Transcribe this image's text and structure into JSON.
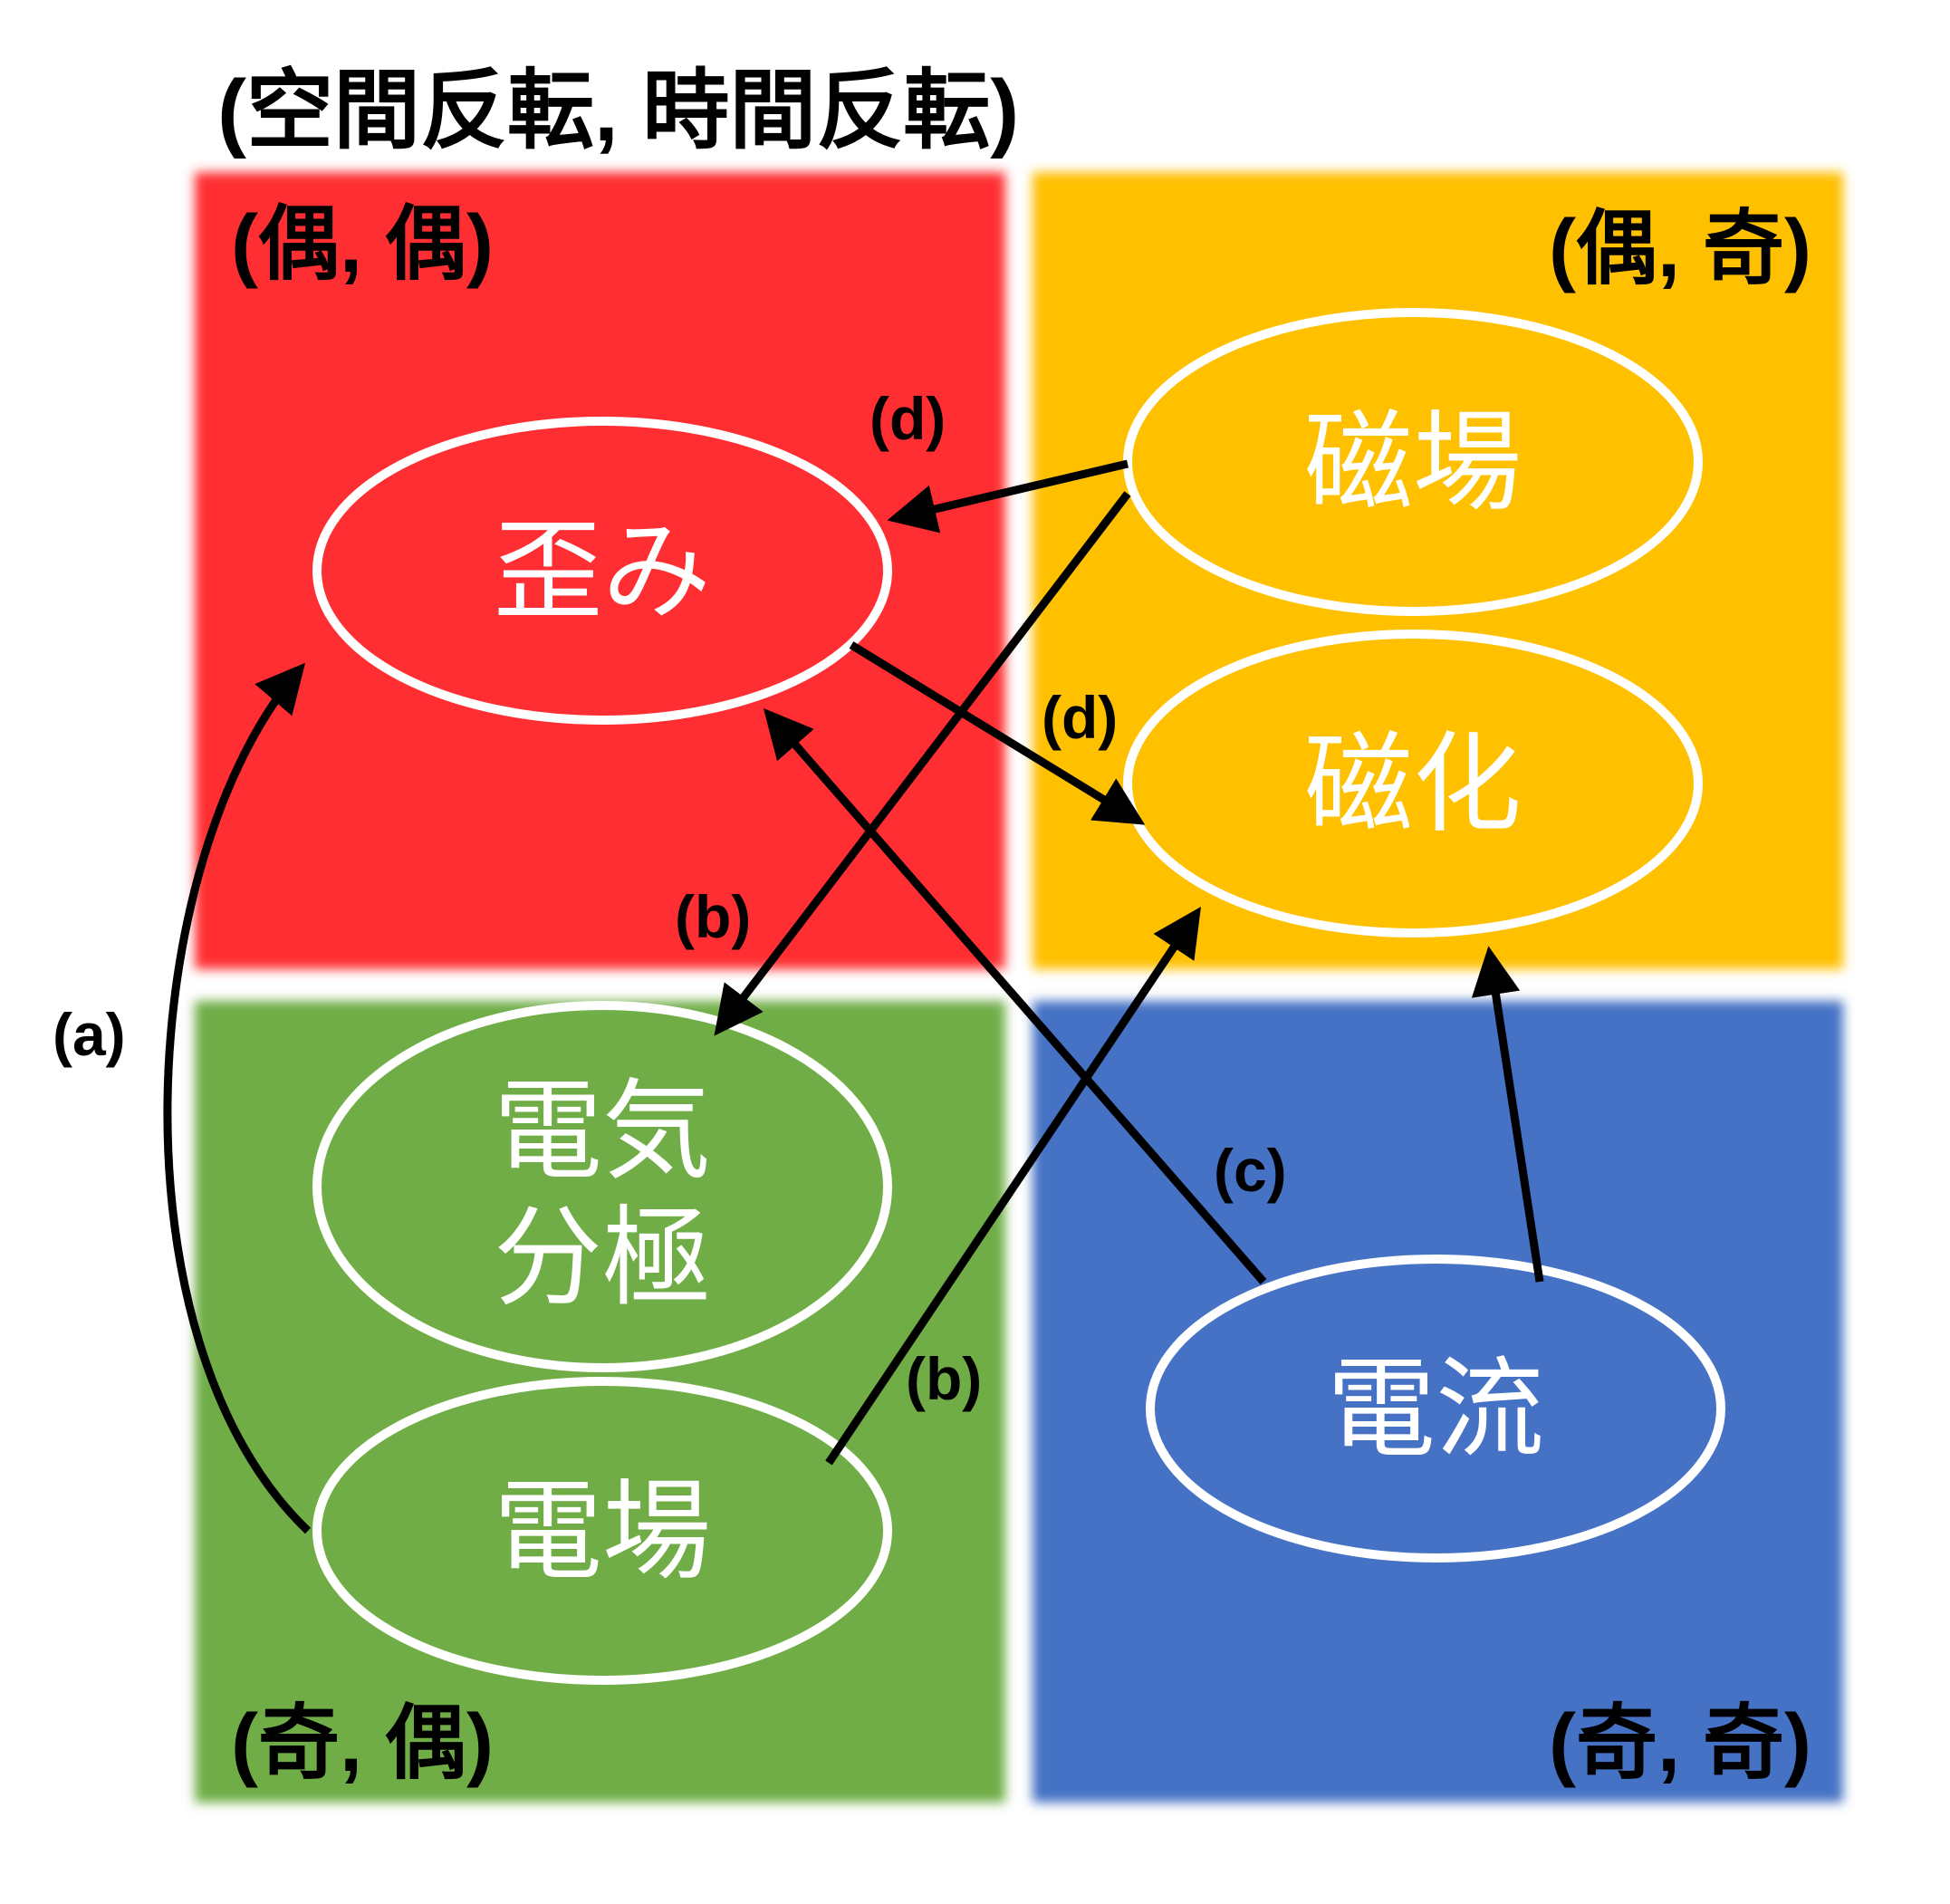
{
  "title": "(空間反転, 時間反転)",
  "colors": {
    "even_even": "#ff2d30",
    "even_odd": "#ffc000",
    "odd_even": "#70ad47",
    "odd_odd": "#4472c4",
    "node_stroke": "#ffffff",
    "arrow": "#000000"
  },
  "quadrants": {
    "even_even": {
      "label": "(偶, 偶)"
    },
    "even_odd": {
      "label": "(偶, 奇)"
    },
    "odd_even": {
      "label": "(奇, 偶)"
    },
    "odd_odd": {
      "label": "(奇, 奇)"
    }
  },
  "nodes": {
    "strain": {
      "label": "歪み"
    },
    "magnetic_field": {
      "label": "磁場"
    },
    "magnetization": {
      "label": "磁化"
    },
    "polarization": {
      "line1": "電気",
      "line2": "分極"
    },
    "electric_field": {
      "label": "電場"
    },
    "current": {
      "label": "電流"
    }
  },
  "edges": {
    "a": {
      "label": "(a)",
      "from": "電場",
      "to": "歪み"
    },
    "b1": {
      "label": "(b)",
      "from": "磁場",
      "to": "電気分極"
    },
    "b2": {
      "label": "(b)",
      "from": "電場",
      "to": "磁化"
    },
    "c": {
      "label": "(c)",
      "from": "電流",
      "to": "歪み"
    },
    "d1": {
      "label": "(d)",
      "from": "磁場",
      "to": "歪み"
    },
    "d2": {
      "label": "(d)",
      "from": "歪み",
      "to": "磁化"
    },
    "current_to_magnetization": {
      "from": "電流",
      "to": "磁化"
    }
  }
}
